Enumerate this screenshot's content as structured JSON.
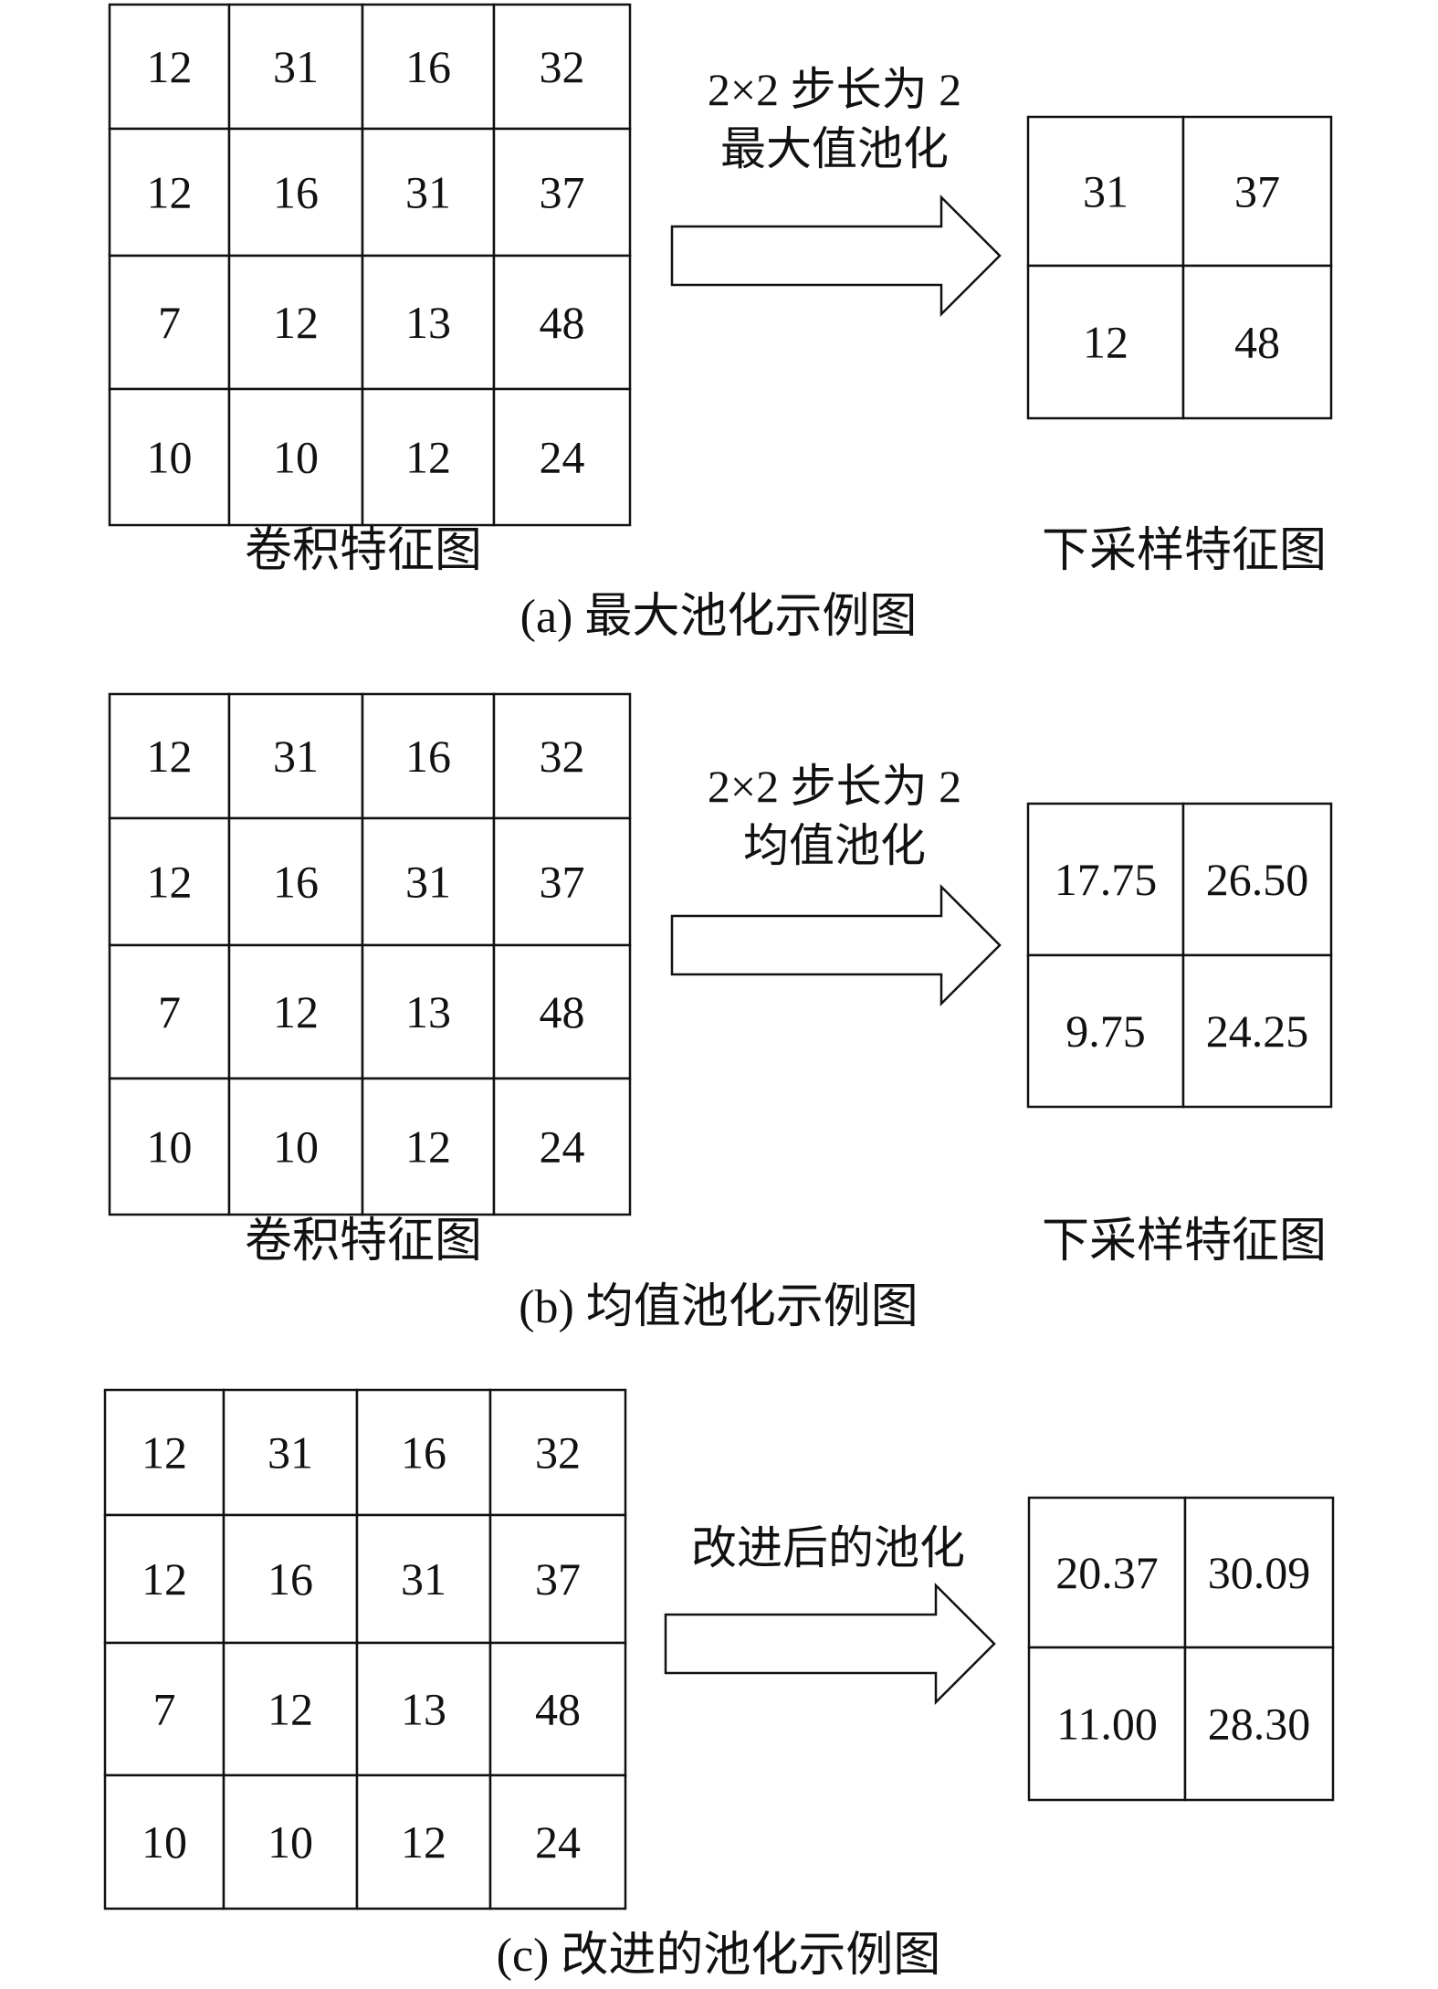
{
  "panels": [
    {
      "id": "a",
      "input_grid": [
        [
          "12",
          "31",
          "16",
          "32"
        ],
        [
          "12",
          "16",
          "31",
          "37"
        ],
        [
          "7",
          "12",
          "13",
          "48"
        ],
        [
          "10",
          "10",
          "12",
          "24"
        ]
      ],
      "operation_lines": [
        "2×2 步长为 2",
        "最大值池化"
      ],
      "output_grid": [
        [
          "31",
          "37"
        ],
        [
          "12",
          "48"
        ]
      ],
      "input_label": "卷积特征图",
      "output_label": "下采样特征图",
      "caption": "(a) 最大池化示例图"
    },
    {
      "id": "b",
      "input_grid": [
        [
          "12",
          "31",
          "16",
          "32"
        ],
        [
          "12",
          "16",
          "31",
          "37"
        ],
        [
          "7",
          "12",
          "13",
          "48"
        ],
        [
          "10",
          "10",
          "12",
          "24"
        ]
      ],
      "operation_lines": [
        "2×2 步长为 2",
        "均值池化"
      ],
      "output_grid": [
        [
          "17.75",
          "26.50"
        ],
        [
          "9.75",
          "24.25"
        ]
      ],
      "input_label": "卷积特征图",
      "output_label": "下采样特征图",
      "caption": "(b) 均值池化示例图"
    },
    {
      "id": "c",
      "input_grid": [
        [
          "12",
          "31",
          "16",
          "32"
        ],
        [
          "12",
          "16",
          "31",
          "37"
        ],
        [
          "7",
          "12",
          "13",
          "48"
        ],
        [
          "10",
          "10",
          "12",
          "24"
        ]
      ],
      "operation_lines": [
        "改进后的池化"
      ],
      "output_grid": [
        [
          "20.37",
          "30.09"
        ],
        [
          "11.00",
          "28.30"
        ]
      ],
      "input_label": "",
      "output_label": "",
      "caption": "(c) 改进的池化示例图"
    }
  ]
}
